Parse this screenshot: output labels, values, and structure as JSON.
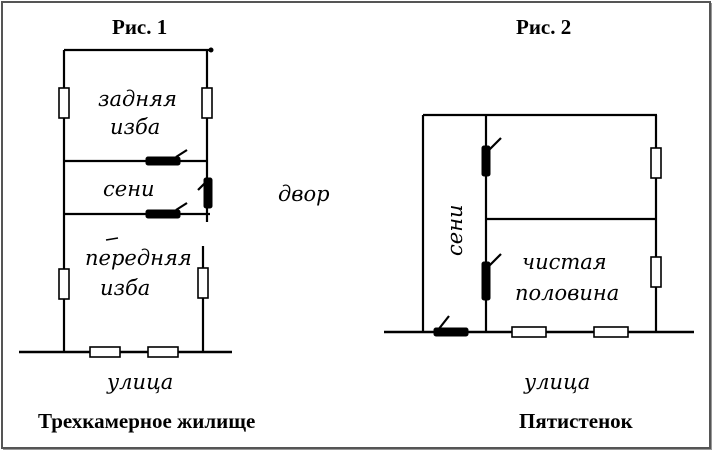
{
  "figure1": {
    "title": "Рис. 1",
    "rooms": {
      "back_izba_line1": "задняя",
      "back_izba_line2": "изба",
      "seni": "сени",
      "front_izba_line1": "передняя",
      "front_izba_line2": "изба"
    },
    "street": "улица",
    "caption": "Трехкамерное жилище"
  },
  "yard": "двор",
  "figure2": {
    "title": "Рис. 2",
    "rooms": {
      "seni": "сени",
      "clean_half_line1": "чистая",
      "clean_half_line2": "половина"
    },
    "street": "улица",
    "caption": "Пятистенок"
  }
}
